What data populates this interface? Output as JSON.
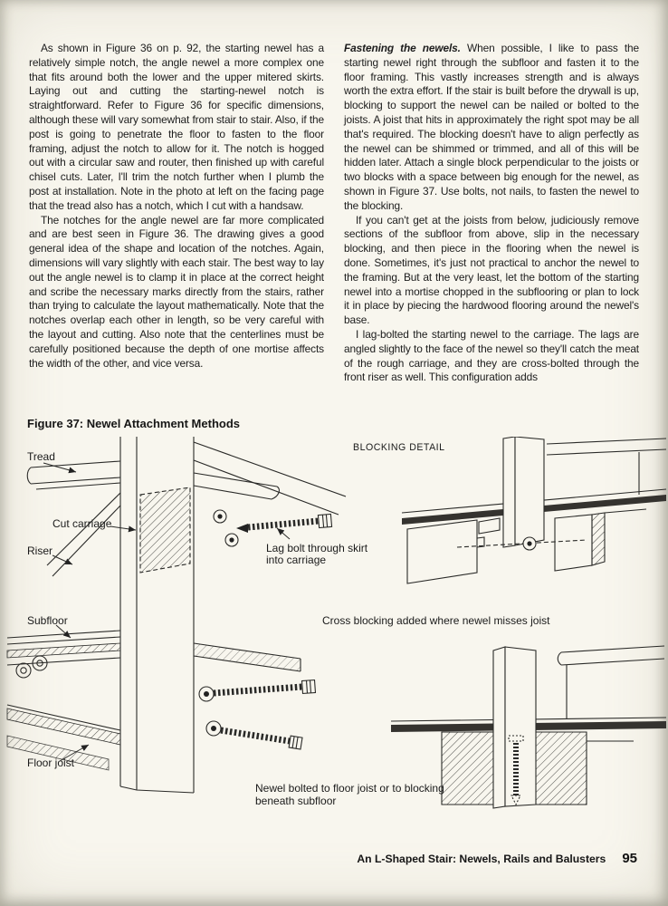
{
  "colors": {
    "ink": "#1f1f1f",
    "paper": "#f8f6ee"
  },
  "article": {
    "left_column": {
      "para1": "As shown in Figure 36 on p. 92, the starting newel has a relatively simple notch, the angle newel a more complex one that fits around both the lower and the upper mitered skirts. Laying out and cutting the starting-newel notch is straightforward. Refer to Figure 36 for specific dimensions, although these will vary somewhat from stair to stair. Also, if the post is going to penetrate the floor to fasten to the floor framing, adjust the notch to allow for it. The notch is hogged out with a circular saw and router, then finished up with careful chisel cuts. Later, I'll trim the notch further when I plumb the post at installation. Note in the photo at left on the facing page that the tread also has a notch, which I cut with a handsaw.",
      "para2": "The notches for the angle newel are far more complicated and are best seen in Figure 36. The drawing gives a good general idea of the shape and location of the notches. Again, dimensions will vary slightly with each stair. The best way to lay out the angle newel is to clamp it in place at the correct height and scribe the necessary marks directly from the stairs, rather than trying to calculate the layout mathematically. Note that the notches overlap each other in length, so be very careful with the layout and cutting. Also note that the centerlines must be carefully positioned because the depth of one mortise affects the width of the other, and vice versa."
    },
    "right_column": {
      "heading": "Fastening the newels.",
      "para1": "When possible, I like to pass the starting newel right through the subfloor and fasten it to the floor framing. This vastly increases strength and is always worth the extra effort. If the stair is built before the drywall is up, blocking to support the newel can be nailed or bolted to the joists. A joist that hits in approximately the right spot may be all that's required. The blocking doesn't have to align perfectly as the newel can be shimmed or trimmed, and all of this will be hidden later. Attach a single block perpendicular to the joists or two blocks with a space between big enough for the newel, as shown in Figure 37. Use bolts, not nails, to fasten the newel to the blocking.",
      "para2": "If you can't get at the joists from below, judiciously remove sections of the subfloor from above, slip in the necessary blocking, and then piece in the flooring when the newel is done. Sometimes, it's just not practical to anchor the newel to the framing. But at the very least, let the bottom of the starting newel into a mortise chopped in the subflooring or plan to lock it in place by piecing the hardwood flooring around the newel's base.",
      "para3": "I lag-bolted the starting newel to the carriage. The lags are angled slightly to the face of the newel so they'll catch the meat of the rough carriage, and they are cross-bolted through the front riser as well. This configuration adds"
    }
  },
  "figure": {
    "caption": "Figure 37: Newel Attachment Methods",
    "labels": {
      "tread": "Tread",
      "cut_carriage": "Cut carriage",
      "riser": "Riser",
      "subfloor": "Subfloor",
      "floor_joist": "Floor joist",
      "lag_bolt_line1": "Lag bolt through skirt",
      "lag_bolt_line2": "into carriage",
      "blocking_detail": "BLOCKING DETAIL",
      "cross_blocking_caption": "Cross blocking added where newel misses joist",
      "newel_bolted_caption_line1": "Newel bolted to floor joist or to blocking",
      "newel_bolted_caption_line2": "beneath subfloor"
    }
  },
  "footer": {
    "title": "An L-Shaped Stair: Newels, Rails and Balusters",
    "page_number": "95"
  }
}
